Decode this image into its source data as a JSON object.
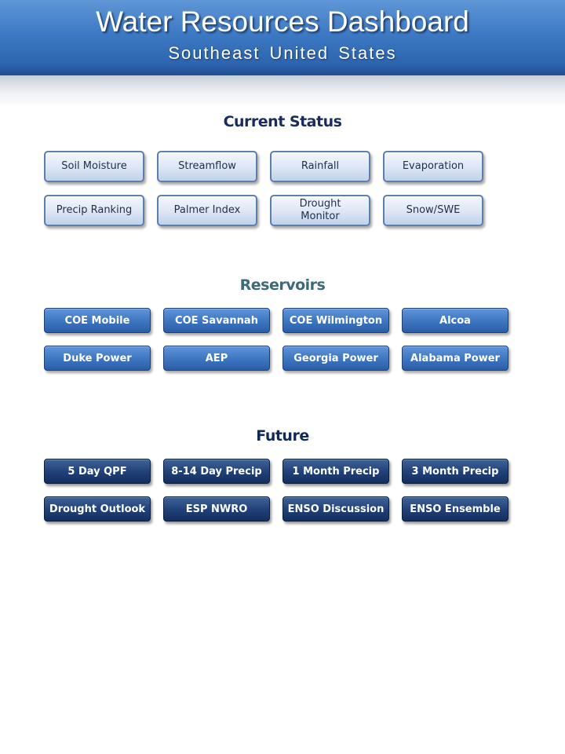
{
  "header": {
    "title": "Water Resources Dashboard",
    "subtitle": "Southeast United States"
  },
  "current_status": {
    "title": "Current Status",
    "buttons": [
      "Soil Moisture",
      "Streamflow",
      "Rainfall",
      "Evaporation",
      "Precip Ranking",
      "Palmer Index",
      "Drought Monitor",
      "Snow/SWE"
    ]
  },
  "reservoirs": {
    "title": "Reservoirs",
    "buttons": [
      "COE Mobile",
      "COE Savannah",
      "COE Wilmington",
      "Alcoa",
      "Duke Power",
      "AEP",
      "Georgia Power",
      "Alabama Power"
    ]
  },
  "future": {
    "title": "Future",
    "buttons": [
      "5 Day QPF",
      "8-14 Day Precip",
      "1 Month Precip",
      "3 Month Precip",
      "Drought Outlook",
      "ESP NWRO",
      "ENSO Discussion",
      "ENSO Ensemble"
    ]
  },
  "colors": {
    "header_blue": "#3d79c4",
    "status_title": "#1a2d5a",
    "reservoirs_title": "#3d6a78",
    "future_title": "#0f2a57"
  }
}
